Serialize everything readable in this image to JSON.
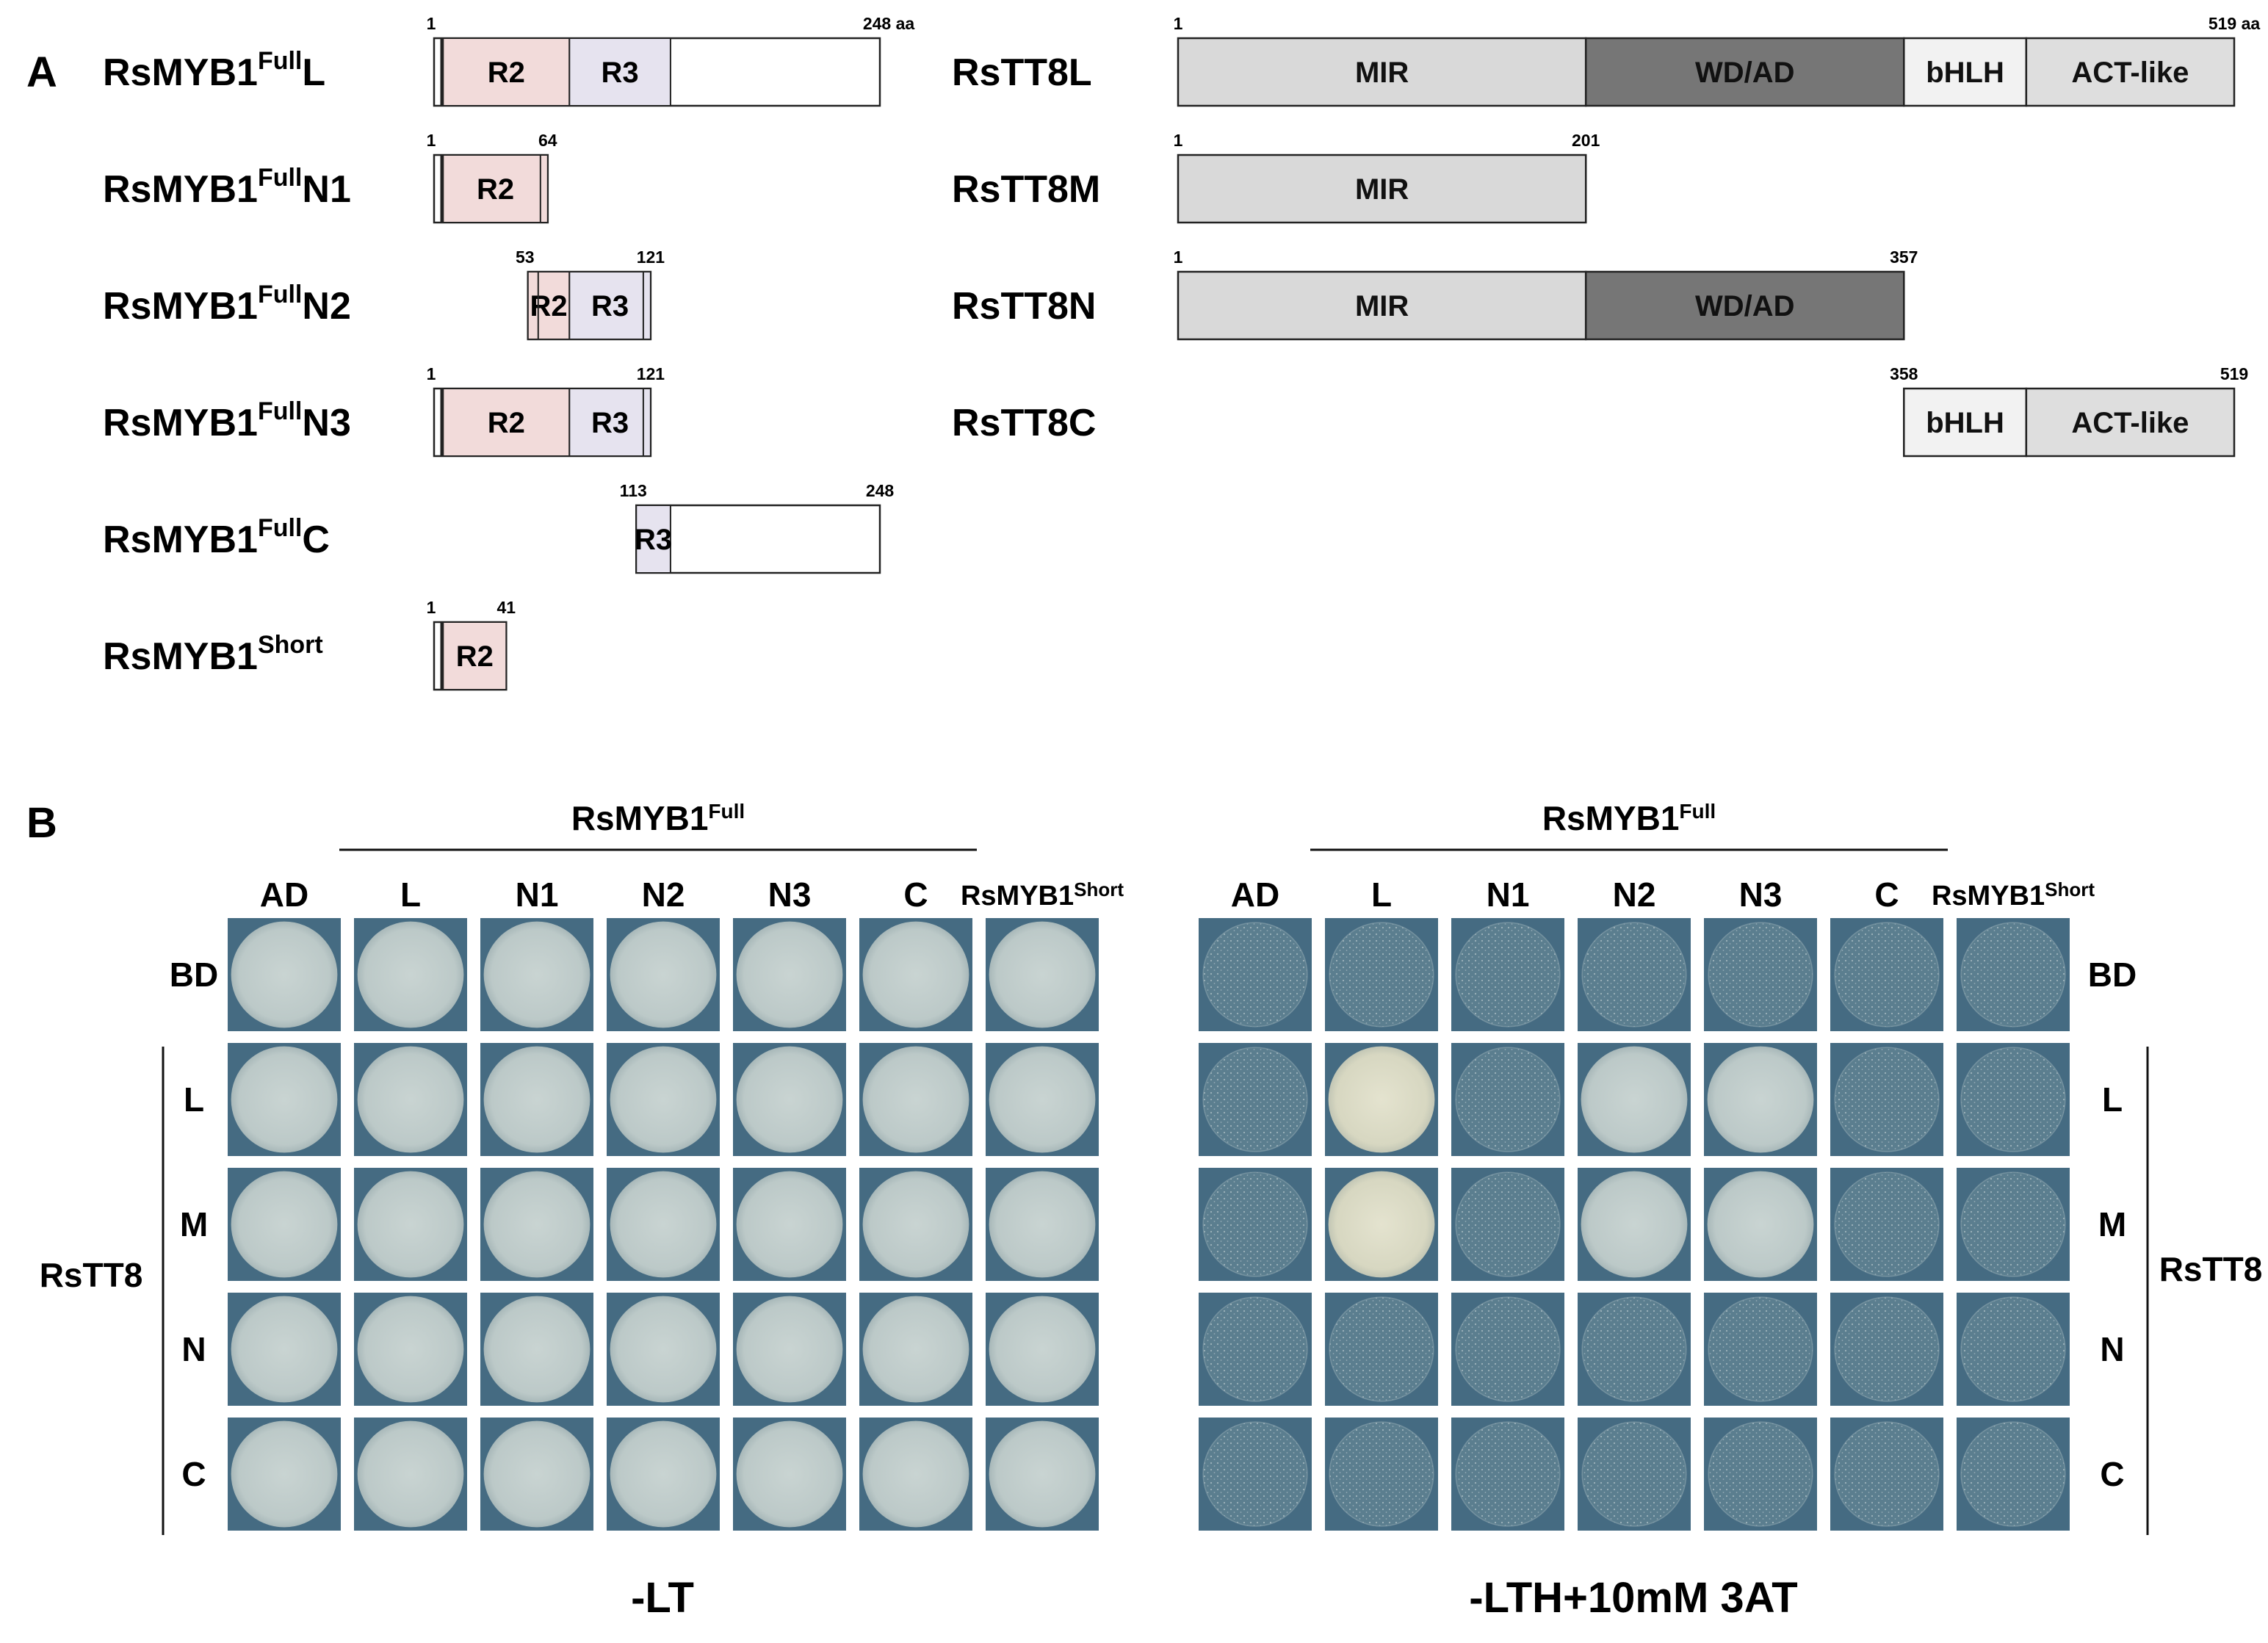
{
  "panel_a": {
    "letter": "A",
    "myb_constructs": [
      {
        "base": "RsMYB1",
        "sup": "Full",
        "suffix": "L",
        "start": 1,
        "end": 248,
        "start_label": "1",
        "end_label": "248 aa"
      },
      {
        "base": "RsMYB1",
        "sup": "Full",
        "suffix": "N1",
        "start": 1,
        "end": 64,
        "start_label": "1",
        "end_label": "64"
      },
      {
        "base": "RsMYB1",
        "sup": "Full",
        "suffix": "N2",
        "start": 53,
        "end": 121,
        "start_label": "53",
        "end_label": "121"
      },
      {
        "base": "RsMYB1",
        "sup": "Full",
        "suffix": "N3",
        "start": 1,
        "end": 121,
        "start_label": "1",
        "end_label": "121"
      },
      {
        "base": "RsMYB1",
        "sup": "Full",
        "suffix": "C",
        "start": 113,
        "end": 248,
        "start_label": "113",
        "end_label": "248"
      },
      {
        "base": "RsMYB1",
        "sup": "Short",
        "suffix": "",
        "start": 1,
        "end": 41,
        "start_label": "1",
        "end_label": "41"
      }
    ],
    "myb_domains": [
      {
        "name": "R2",
        "start": 6,
        "end": 76,
        "color": "#f2dbda"
      },
      {
        "name": "R3",
        "start": 76,
        "end": 132,
        "color": "#e6e3ef"
      }
    ],
    "tt8_constructs": [
      {
        "name": "RsTT8L",
        "start": 1,
        "end": 519,
        "start_label": "1",
        "end_label": "519 aa"
      },
      {
        "name": "RsTT8M",
        "start": 1,
        "end": 201,
        "start_label": "1",
        "end_label": "201"
      },
      {
        "name": "RsTT8N",
        "start": 1,
        "end": 357,
        "start_label": "1",
        "end_label": "357"
      },
      {
        "name": "RsTT8C",
        "start": 358,
        "end": 519,
        "start_label": "358",
        "end_label": "519"
      }
    ],
    "tt8_domains": [
      {
        "name": "MIR",
        "start": 1,
        "end": 201,
        "fill": "#d9d9d9",
        "text": "#111111"
      },
      {
        "name": "WD/AD",
        "start": 201,
        "end": 357,
        "fill": "#767676",
        "text": "#111111"
      },
      {
        "name": "bHLH",
        "start": 357,
        "end": 417,
        "fill": "#f2f2f2",
        "text": "#111111"
      },
      {
        "name": "ACT-like",
        "start": 417,
        "end": 519,
        "fill": "#dedede",
        "text": "#111111"
      }
    ]
  },
  "panel_b": {
    "letter": "B",
    "header_base": "RsMYB1",
    "header_sup": "Full",
    "columns": [
      "AD",
      "L",
      "N1",
      "N2",
      "N3",
      "C"
    ],
    "short_base": "RsMYB1",
    "short_sup": "Short",
    "rows": [
      "BD",
      "L",
      "M",
      "N",
      "C"
    ],
    "row_group": "RsTT8",
    "plates": [
      {
        "condition": "-LT",
        "growth": [
          [
            1,
            1,
            1,
            1,
            1,
            1,
            1
          ],
          [
            1,
            1,
            1,
            1,
            1,
            1,
            1
          ],
          [
            1,
            1,
            1,
            1,
            1,
            1,
            1
          ],
          [
            1,
            1,
            1,
            1,
            1,
            1,
            1
          ],
          [
            1,
            1,
            1,
            1,
            1,
            1,
            1
          ]
        ]
      },
      {
        "condition": "-LTH+10mM 3AT",
        "growth": [
          [
            0,
            0,
            0,
            0,
            0,
            0,
            0
          ],
          [
            0,
            1,
            0,
            1,
            1,
            0,
            0
          ],
          [
            0,
            1,
            0,
            1,
            1,
            0,
            0
          ],
          [
            0,
            0,
            0,
            0,
            0,
            0,
            0
          ],
          [
            0,
            0,
            0,
            0,
            0,
            0,
            0
          ]
        ]
      }
    ],
    "colors": {
      "background": "#456b82",
      "full_growth": "#bfcbca",
      "high_growth": "#dcdcc9",
      "no_growth": "#5b7e8f"
    }
  }
}
